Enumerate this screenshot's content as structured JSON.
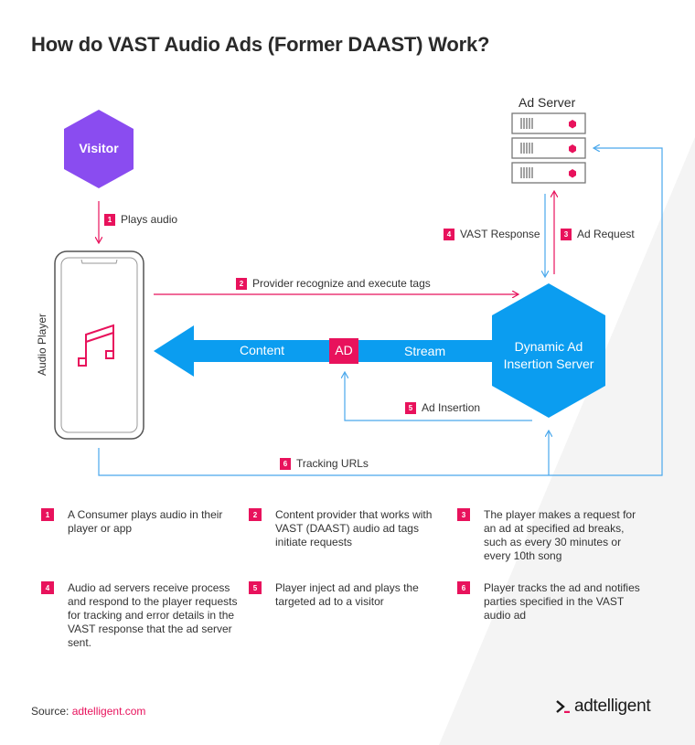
{
  "title": "How do VAST Audio Ads (Former DAAST) Work?",
  "nodes": {
    "visitor": "Visitor",
    "ad_server": "Ad Server",
    "audio_player": "Audio Player",
    "dai_server_line1": "Dynamic Ad",
    "dai_server_line2": "Insertion Server"
  },
  "stream": {
    "content": "Content",
    "ad": "AD",
    "stream": "Stream"
  },
  "steps": [
    {
      "num": "1",
      "label": "Plays audio"
    },
    {
      "num": "2",
      "label": "Provider recognize and execute tags"
    },
    {
      "num": "3",
      "label": "Ad Request"
    },
    {
      "num": "4",
      "label": "VAST Response"
    },
    {
      "num": "5",
      "label": "Ad Insertion"
    },
    {
      "num": "6",
      "label": "Tracking URLs"
    }
  ],
  "legend": [
    {
      "num": "1",
      "text": "A Consumer plays audio in their player or app"
    },
    {
      "num": "2",
      "text": "Content provider that works with VAST (DAAST) audio ad tags initiate requests"
    },
    {
      "num": "3",
      "text": "The player makes a request for an ad at specified ad breaks, such as every 30 minutes or every 10th song"
    },
    {
      "num": "4",
      "text": "Audio ad servers receive process and respond to the player requests for tracking and error details in the VAST response that the ad server sent."
    },
    {
      "num": "5",
      "text": "Player inject ad and plays the targeted ad to a visitor"
    },
    {
      "num": "6",
      "text": "Player tracks the ad and notifies parties specified in the VAST audio ad"
    }
  ],
  "source": {
    "label": "Source:",
    "link": "adtelligent.com"
  },
  "brand": "adtelligent",
  "colors": {
    "accent": "#e8125c",
    "blue": "#0b9df0",
    "purple": "#8a4cf0",
    "line_blue": "#4aa8ec"
  }
}
